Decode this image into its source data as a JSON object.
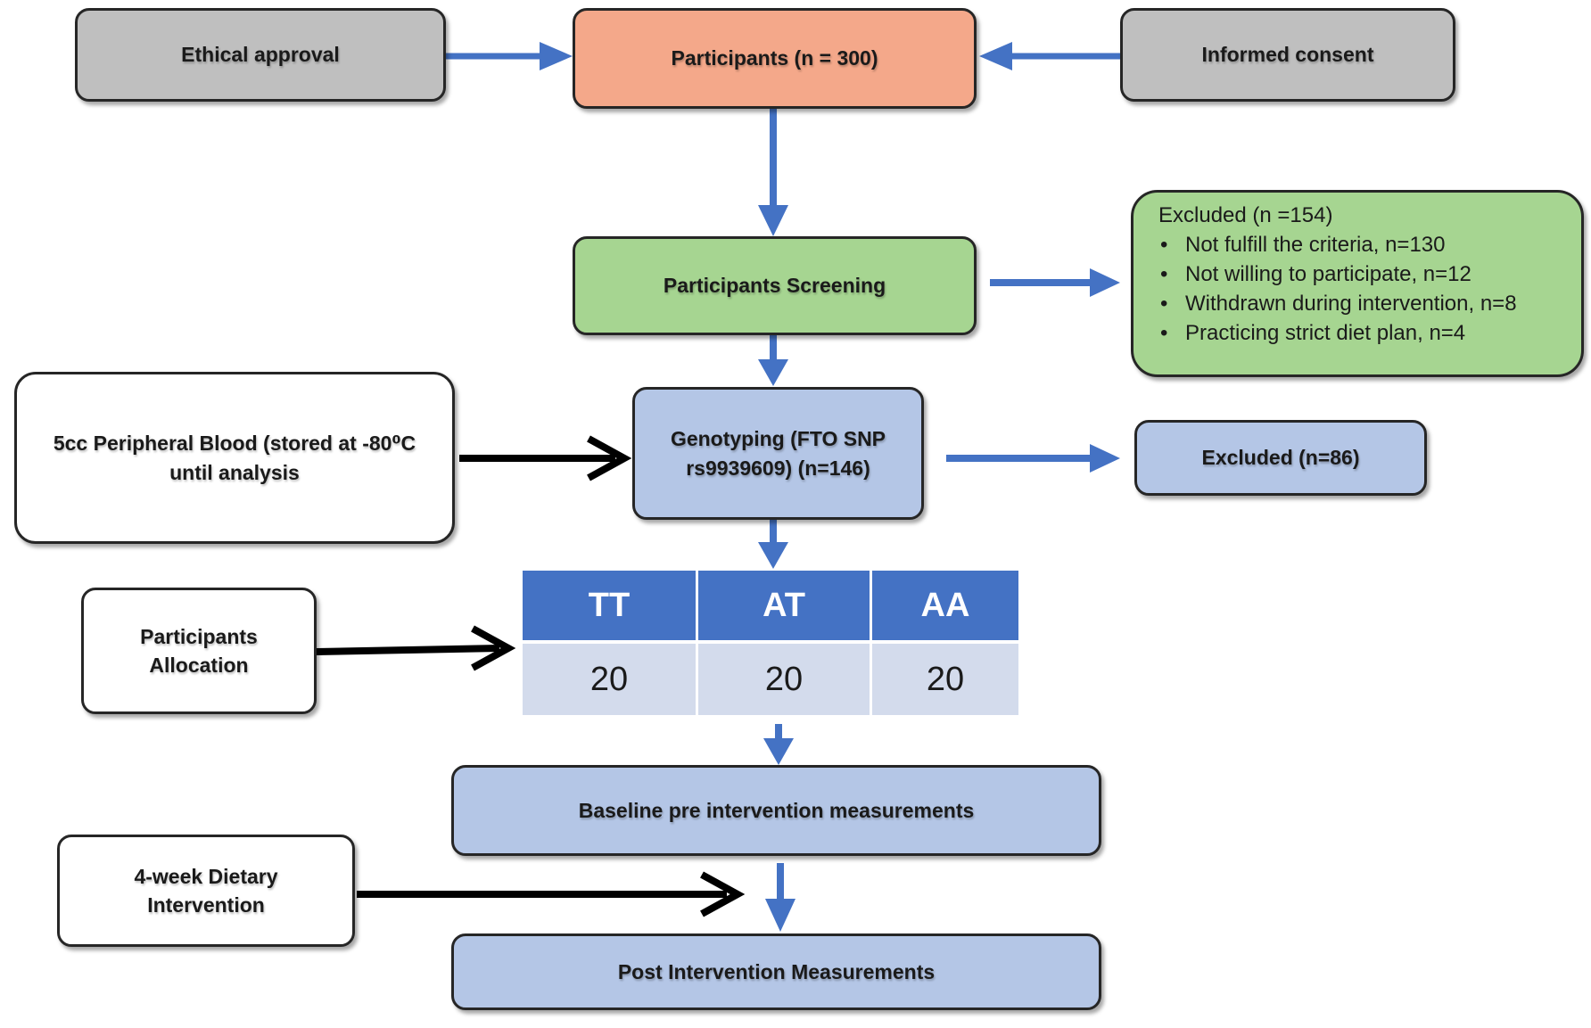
{
  "boxes": {
    "ethical": "Ethical approval",
    "participants": "Participants (n = 300)",
    "consent": "Informed consent",
    "screening": "Participants Screening",
    "genotyping": "Genotyping (FTO SNP\nrs9939609) (n=146)",
    "excluded_86": "Excluded (n=86)",
    "blood": "5cc Peripheral Blood (stored at   -80⁰C\nuntil analysis",
    "allocation": "Participants\nAllocation",
    "baseline": "Baseline pre intervention measurements",
    "dietary": "4-week Dietary\nIntervention",
    "post": "Post Intervention Measurements"
  },
  "excluded_154": {
    "title": "Excluded (n =154)",
    "items": [
      "Not fulfill  the criteria,  n=130",
      "Not willing  to participate, n=12",
      "Withdrawn during  intervention,  n=8",
      "Practicing strict diet plan, n=4"
    ]
  },
  "genotype_table": {
    "headers": [
      "TT",
      "AT",
      "AA"
    ],
    "values": [
      "20",
      "20",
      "20"
    ]
  },
  "colors": {
    "arrow_blue": "#4472c4",
    "arrow_black": "#000000",
    "gray_box": "#bfbfbf",
    "orange_box": "#f4a88a",
    "green_box": "#a6d591",
    "blue_box": "#b4c6e6",
    "table_header": "#4472c4",
    "table_cell": "#d3dbec"
  }
}
